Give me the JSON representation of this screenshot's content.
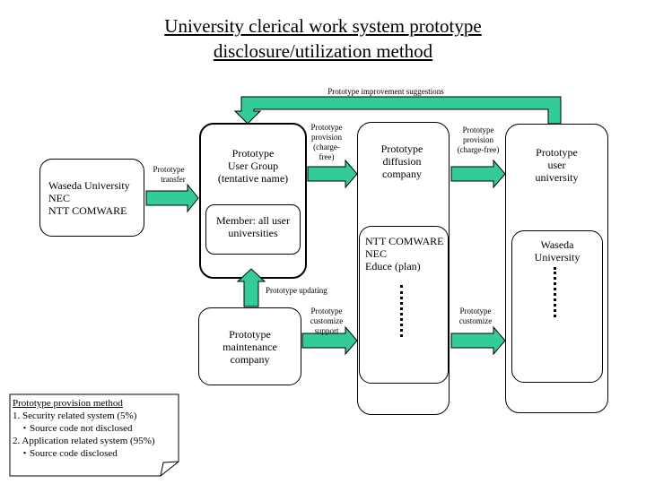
{
  "title": {
    "line1": "University clerical work system prototype",
    "line2": "disclosure/utilization method"
  },
  "colors": {
    "arrow_fill": "#33cc99",
    "border": "#000000"
  },
  "improvement_label": "Prototype improvement suggestions",
  "source": {
    "lines": [
      "Waseda University",
      "NEC",
      "NTT COMWARE"
    ]
  },
  "transfer_label": [
    "Prototype",
    "transfer"
  ],
  "user_group": {
    "lines": [
      "Prototype",
      "User Group",
      "(tentative name)"
    ],
    "member": [
      "Member: all user",
      "universities"
    ]
  },
  "provision_label_1": [
    "Prototype",
    "provision",
    "(charge-",
    "free)"
  ],
  "diffusion": {
    "lines": [
      "Prototype",
      "diffusion",
      "company"
    ],
    "members": [
      "NTT COMWARE",
      "NEC",
      "Educe (plan)"
    ]
  },
  "provision_label_2": [
    "Prototype",
    "provision",
    "(charge-free)"
  ],
  "user_university": {
    "lines": [
      "Prototype",
      "user",
      "university"
    ],
    "members": [
      "Waseda",
      "University"
    ]
  },
  "updating_label": "Prototype updating",
  "maintenance": {
    "lines": [
      "Prototype",
      "maintenance",
      "company"
    ]
  },
  "support_label": [
    "Prototype",
    "customize",
    "support"
  ],
  "customize_label": [
    "Prototype",
    "customize"
  ],
  "note": {
    "heading": "Prototype provision method",
    "items": [
      "1. Security related system (5%)",
      "・Source code not disclosed",
      "2. Application related system (95%)",
      "・Source code disclosed"
    ]
  }
}
